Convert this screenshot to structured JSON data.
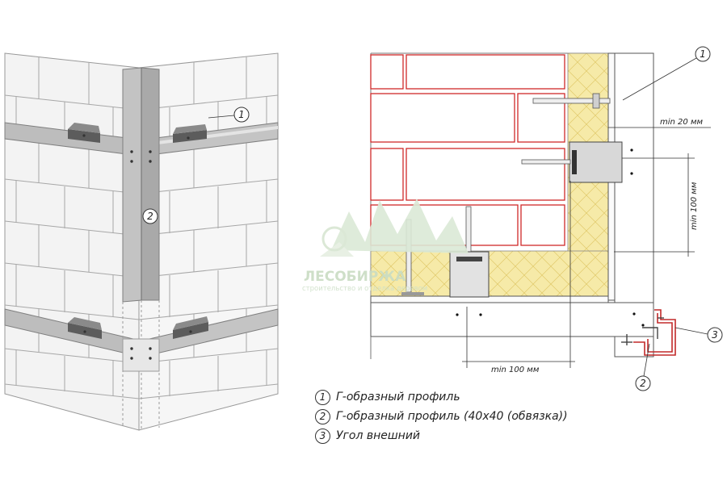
{
  "watermark": {
    "title": "ЛЕСОБИРЖА",
    "subtitle": "строительство и отделка деревом"
  },
  "dimensions": {
    "min_20": "min 20 мм",
    "min_100_vertical": "min 100 мм",
    "min_100_horizontal": "min 100 мм"
  },
  "callouts": {
    "n1": "1",
    "n2": "2",
    "n3": "3"
  },
  "legend": [
    {
      "num": "1",
      "text": "Г-образный профиль"
    },
    {
      "num": "2",
      "text": "Г-образный профиль (40х40 (обвязка))"
    },
    {
      "num": "3",
      "text": "Угол внешний"
    }
  ],
  "colors": {
    "brick_outline": "#d02a2a",
    "insulation": "#f5e9a6",
    "profile": "#b9b9b9",
    "corner_profile": "#c22a2a"
  }
}
